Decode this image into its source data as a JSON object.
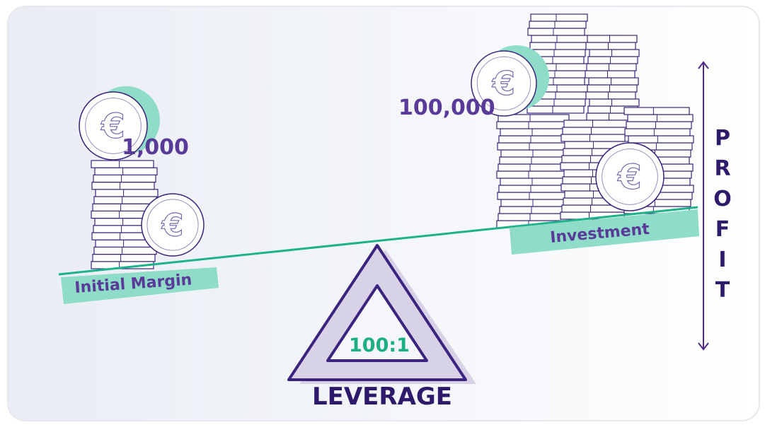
{
  "left": {
    "amount": "1,000",
    "label": "Initial Margin"
  },
  "right": {
    "amount": "100,000",
    "label": "Investment"
  },
  "fulcrum": {
    "ratio": "100:1",
    "label": "LEVERAGE"
  },
  "axis": {
    "label": "PROFIT"
  },
  "colors": {
    "purple": "#4b2a8a",
    "teal": "#8fdcc8",
    "green": "#1aaf85",
    "triangle": "#d8d2e6"
  },
  "icons": [
    "euro-coin-icon",
    "coin-stack-icon",
    "double-arrow-icon"
  ]
}
